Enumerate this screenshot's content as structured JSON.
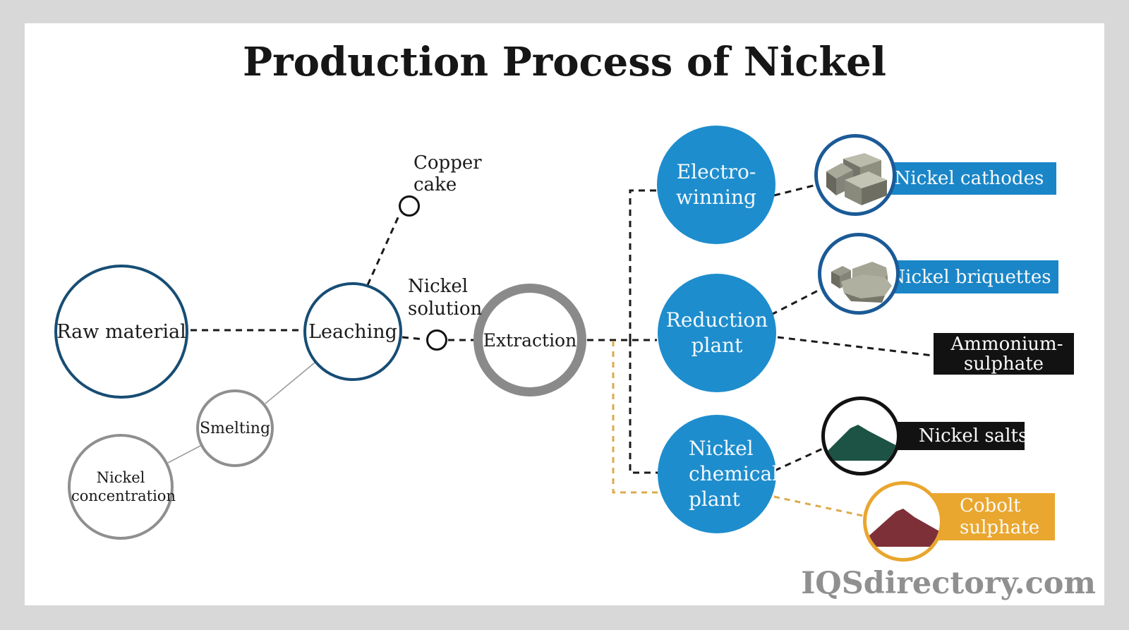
{
  "title": "Production Process of Nickel",
  "watermark": "IQSdirectory.com",
  "process_nodes": {
    "raw_material": {
      "label": "Raw material"
    },
    "nickel_concentration": {
      "label": "Nickel concentration"
    },
    "smelting": {
      "label": "Smelting"
    },
    "leaching": {
      "label": "Leaching"
    },
    "copper_cake": {
      "label": "Copper cake"
    },
    "nickel_solution": {
      "label": "Nickel solution"
    },
    "extraction": {
      "label": "Extraction"
    },
    "electro_winning": {
      "label": "Electro-winning"
    },
    "reduction_plant": {
      "label": "Reduction plant"
    },
    "nickel_chemical_plant": {
      "label": "Nickel chemical plant"
    }
  },
  "products": {
    "nickel_cathodes": {
      "label": "Nickel cathodes",
      "tag_color": "#1a86c8",
      "icon": "nickel-cathodes-cubes"
    },
    "nickel_briquettes": {
      "label": "Nickel briquettes",
      "tag_color": "#1a86c8",
      "icon": "nickel-briquettes-lumps"
    },
    "ammonium_sulphate": {
      "label": "Ammonium-sulphate",
      "tag_color": "#121212",
      "icon": "none"
    },
    "nickel_salts": {
      "label": "Nickel salts",
      "tag_color": "#121212",
      "icon": "green-powder-mound"
    },
    "cobolt_sulphate": {
      "label": "Cobolt sulphate",
      "tag_color": "#eaa72f",
      "icon": "maroon-powder-mound"
    }
  },
  "colors": {
    "plant_circle_fill": "#1e8dcd",
    "process_circle_border_blue": "#174d74",
    "process_circle_border_gray": "#8f8f8f",
    "extraction_ring": "#8a8a8a",
    "product_circle_border_blue": "#1b5a97",
    "product_circle_border_black": "#121212",
    "product_circle_border_orange": "#e9a62e",
    "dashed_line_black": "#1a1a1a",
    "dashed_line_yellow": "#ddab4b",
    "salts_mound_green": "#1c5345",
    "cobolt_mound_maroon": "#7e3038",
    "background_frame": "#d8d8d8",
    "canvas": "#ffffff",
    "watermark_gray": "#909090"
  }
}
